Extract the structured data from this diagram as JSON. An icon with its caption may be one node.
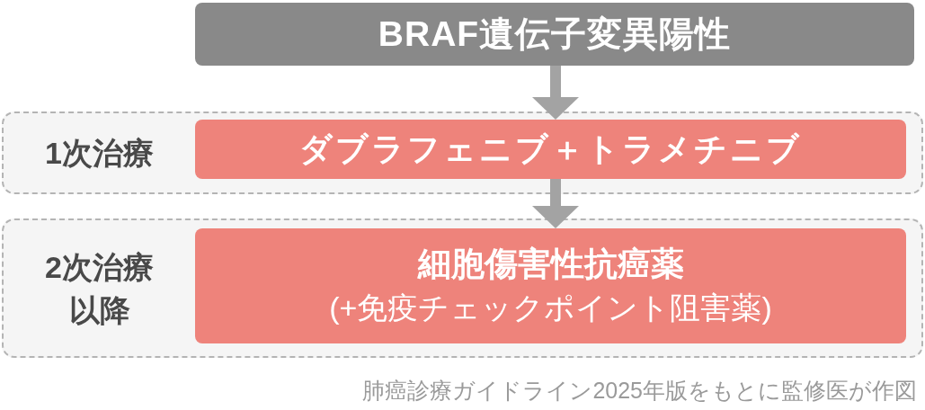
{
  "diagram": {
    "caption": "肺癌診療ガイドライン2025年版をもとに監修医が作図",
    "nodes": [
      {
        "text": [
          "BRAF遺伝子変異陽性"
        ]
      },
      {
        "text": [
          "1次治療"
        ]
      },
      {
        "text": [
          "ダブラフェニブ＋トラメチニブ"
        ],
        "in": 1
      },
      {
        "text": [
          "2次治療以降"
        ]
      },
      {
        "text": [
          "細胞傷害性抗癌薬",
          "(+免疫チェックポイント阻害薬)"
        ],
        "in": 3
      }
    ],
    "edges": [
      {
        "from": 0,
        "to": 2,
        "arrow": "to"
      },
      {
        "from": 2,
        "to": 4,
        "arrow": "to"
      }
    ]
  }
}
